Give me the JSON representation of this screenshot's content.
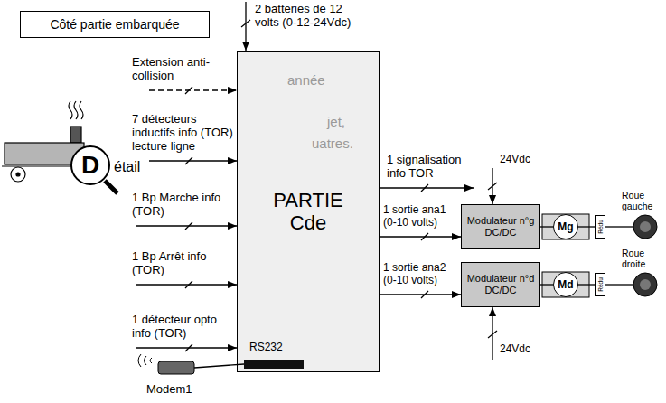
{
  "diagram": {
    "nodes": [
      {
        "text": [
          "Côté partie embarquée"
        ]
      },
      {
        "text": [
          "D",
          "étail"
        ]
      },
      {
        "text": [
          "PARTIE Cde"
        ]
      },
      {
        "text": [
          "Modulateur n°g DC/DC"
        ]
      },
      {
        "text": [
          "Mg"
        ]
      },
      {
        "text": [
          "Rédu"
        ]
      },
      {
        "text": [
          "Modulateur n°d DC/DC"
        ]
      },
      {
        "text": [
          "Md"
        ]
      },
      {
        "text": [
          "Rédu"
        ]
      }
    ],
    "edges": [
      {
        "from": 2,
        "to": 3,
        "arrow": "to",
        "label": "1 sortie ana1 (0-10 volts)"
      },
      {
        "from": 2,
        "to": 6,
        "arrow": "to",
        "label": "1 sortie ana2 (0-10 volts)"
      },
      {
        "from": 3,
        "to": 4,
        "arrow": "none"
      },
      {
        "from": 4,
        "to": 5,
        "arrow": "none"
      },
      {
        "from": 6,
        "to": 7,
        "arrow": "none"
      },
      {
        "from": 7,
        "to": 8,
        "arrow": "none"
      }
    ],
    "labels": [
      "2 batteries de 12 volts (0-12-24Vdc)",
      "Extension anti-collision",
      "7 détecteurs inductifs info (TOR) lecture ligne",
      "1 Bp Marche info (TOR)",
      "1 Bp Arrêt info (TOR)",
      "1 détecteur opto info (TOR)",
      "RS232",
      "Modem1",
      "1 signalisation info TOR",
      "24Vdc",
      "24Vdc",
      "Roue gauche",
      "Roue droite",
      "année",
      "jet,",
      "uatres."
    ]
  }
}
